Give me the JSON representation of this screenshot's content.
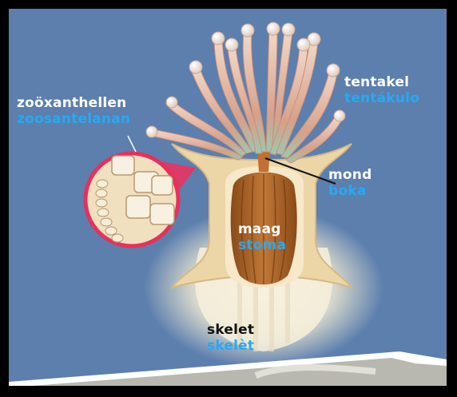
{
  "labels": {
    "zooxanthellen": {
      "nl": "zoöxanthellen",
      "pap": "zoosantelanan"
    },
    "tentakel": {
      "nl": "tentakel",
      "pap": "tentákulo"
    },
    "mond": {
      "nl": "mond",
      "pap": "boka"
    },
    "maag": {
      "nl": "maag",
      "pap": "stoma"
    },
    "skelet": {
      "nl": "skelet",
      "pap": "skelèt"
    }
  }
}
